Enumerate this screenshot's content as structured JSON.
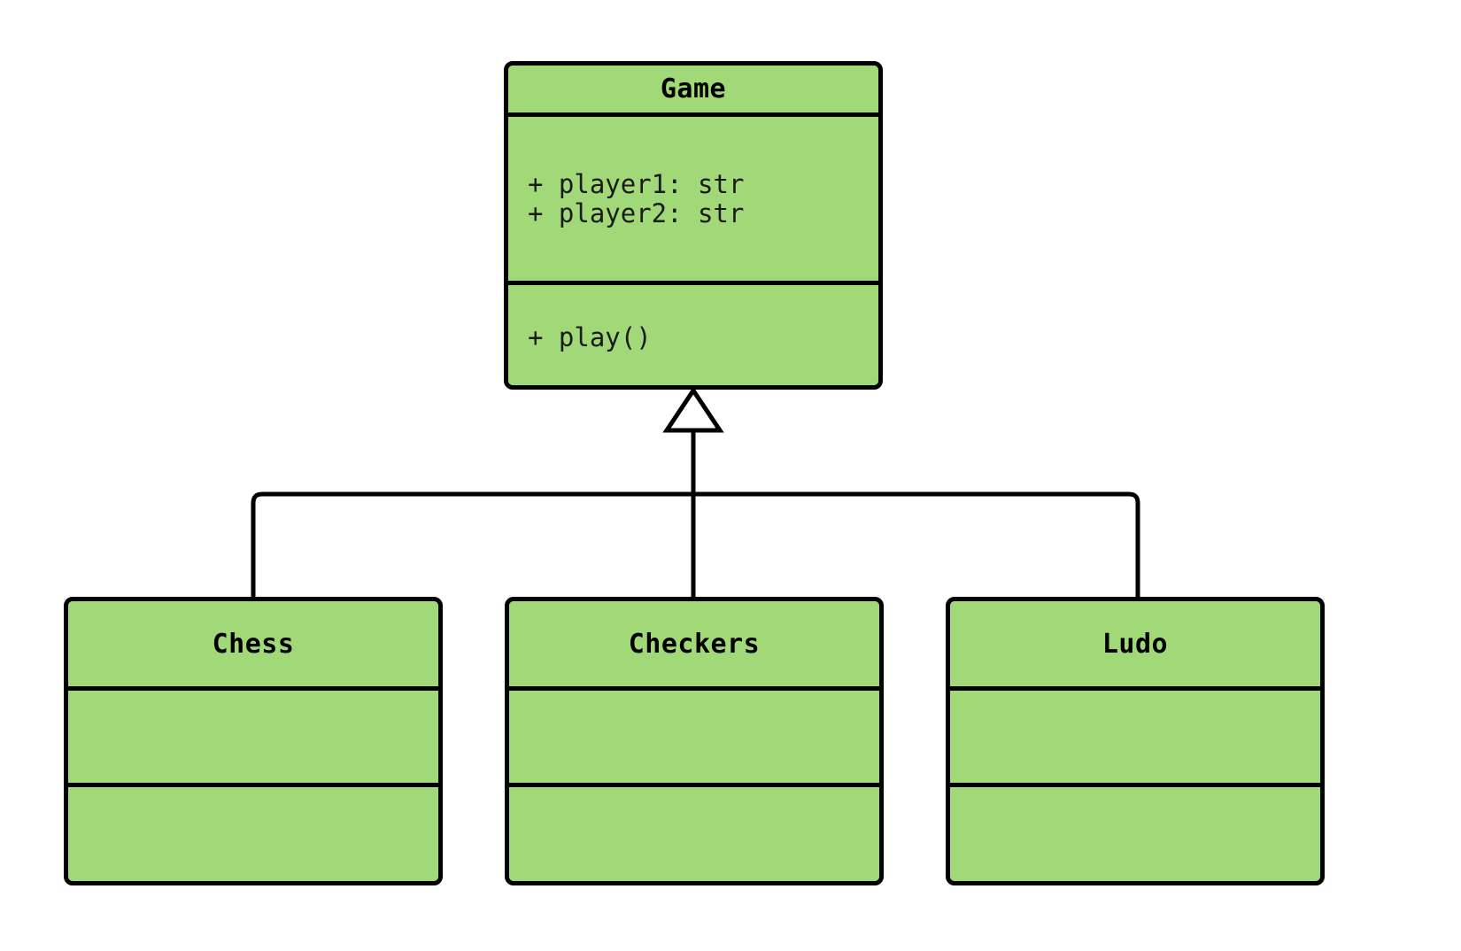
{
  "diagram": {
    "type": "uml-class-diagram",
    "relationship": "generalization",
    "background_color": "#ffffff",
    "class_fill_color": "#a1d978",
    "border_color": "#000000"
  },
  "parent": {
    "name": "Game",
    "attributes": [
      "+ player1: str",
      "+ player2: str"
    ],
    "methods": [
      "+ play()"
    ]
  },
  "children": [
    {
      "name": "Chess",
      "attributes": [],
      "methods": []
    },
    {
      "name": "Checkers",
      "attributes": [],
      "methods": []
    },
    {
      "name": "Ludo",
      "attributes": [],
      "methods": []
    }
  ]
}
